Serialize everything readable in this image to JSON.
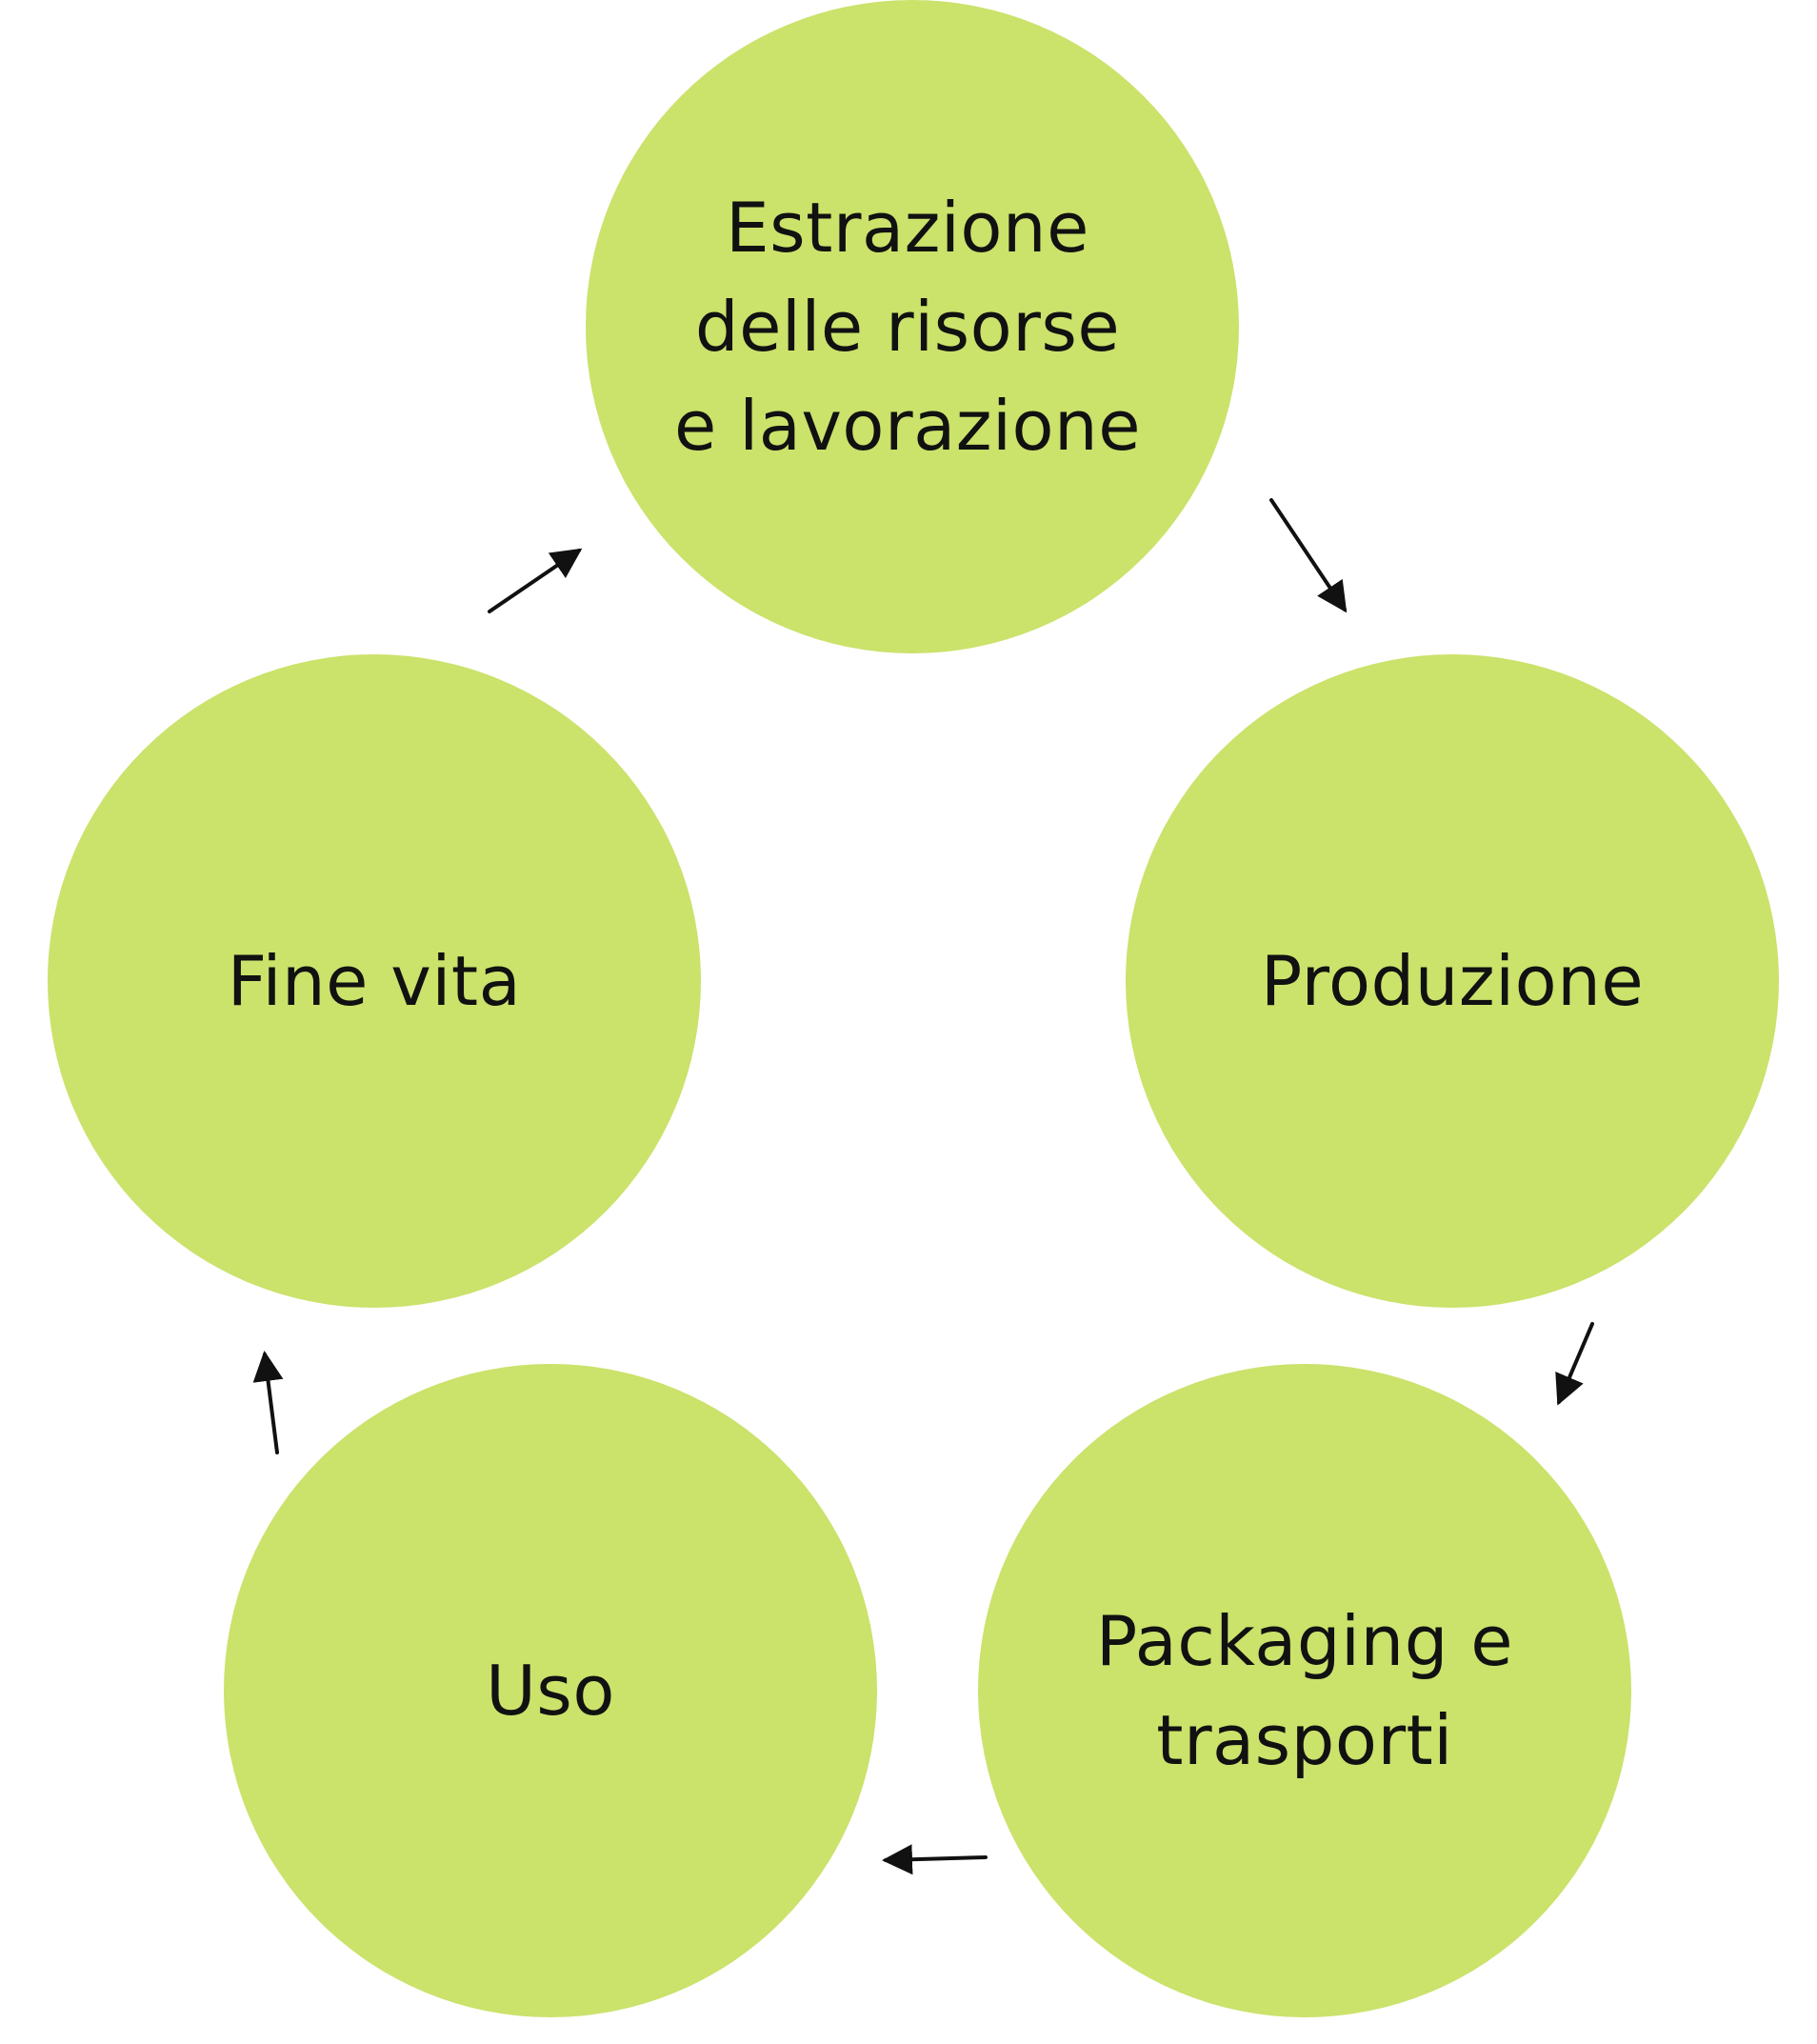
{
  "diagram": {
    "type": "cycle",
    "colors": {
      "node_fill": "#cbe26b",
      "arrow": "#111111",
      "text": "#111111",
      "background": "#ffffff"
    },
    "nodes": [
      {
        "id": "estrazione",
        "lines": [
          "Estrazione",
          "delle risorse",
          "e lavorazione"
        ]
      },
      {
        "id": "produzione",
        "lines": [
          "Produzione"
        ]
      },
      {
        "id": "packaging",
        "lines": [
          "Packaging e",
          "trasporti"
        ]
      },
      {
        "id": "uso",
        "lines": [
          "Uso"
        ]
      },
      {
        "id": "fine-vita",
        "lines": [
          "Fine vita"
        ]
      }
    ],
    "edges": [
      {
        "from": "estrazione",
        "to": "produzione"
      },
      {
        "from": "produzione",
        "to": "packaging"
      },
      {
        "from": "packaging",
        "to": "uso"
      },
      {
        "from": "uso",
        "to": "fine-vita"
      },
      {
        "from": "fine-vita",
        "to": "estrazione"
      }
    ]
  }
}
